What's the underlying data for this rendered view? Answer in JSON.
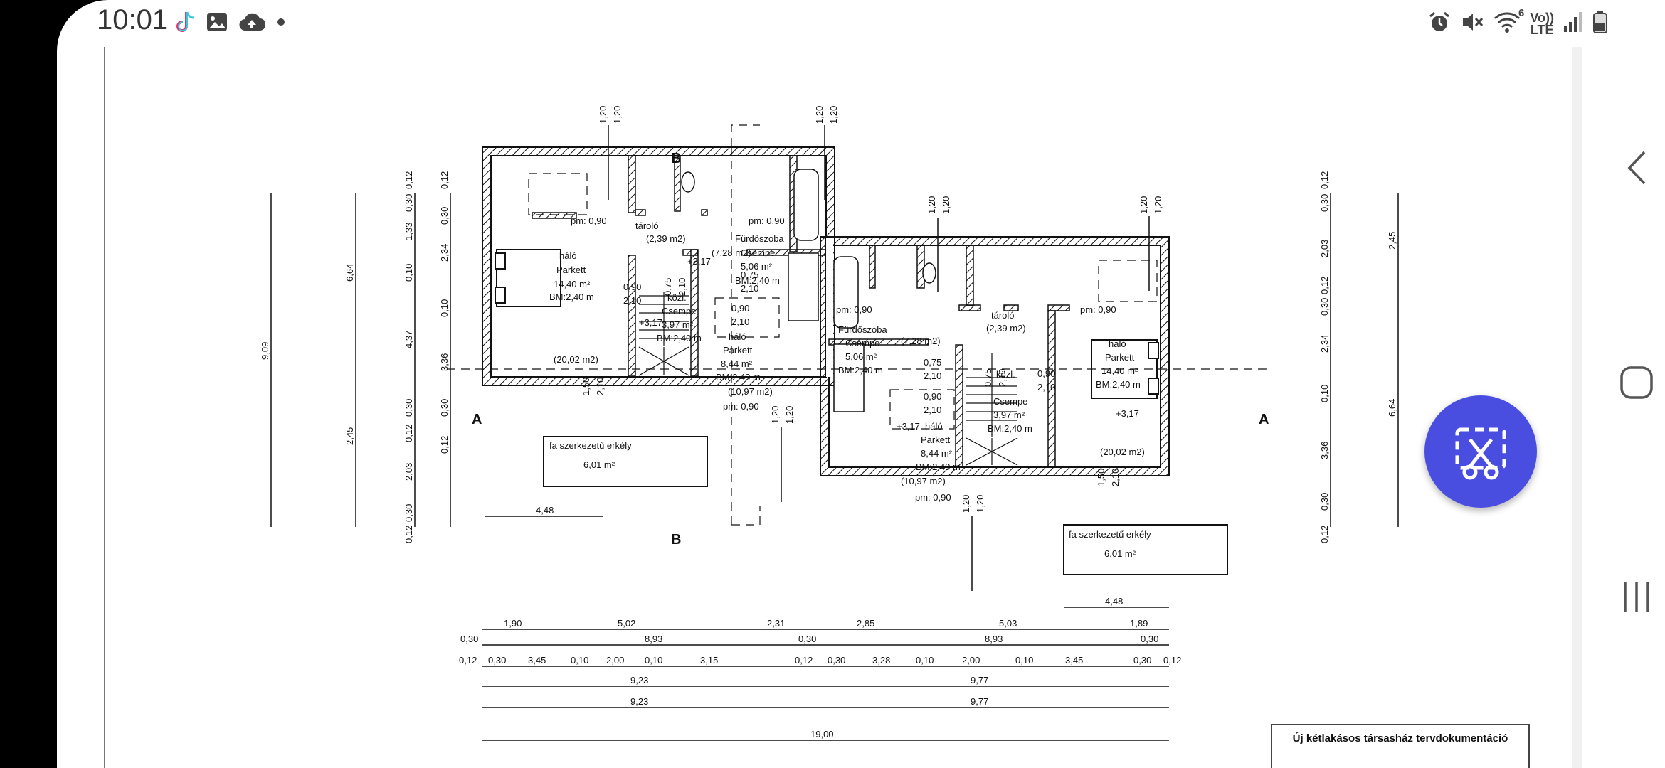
{
  "status_bar": {
    "time": "10:01",
    "left_icons": [
      "tiktok-icon",
      "gallery-icon",
      "cloud-upload-icon",
      "dot-icon"
    ],
    "right_icons": [
      "alarm-icon",
      "mute-icon",
      "wifi-icon",
      "volte-icon",
      "signal-icon",
      "battery-icon"
    ],
    "network_label_top": "Vo))",
    "network_label_bottom": "LTE",
    "wifi_badge": "6"
  },
  "document": {
    "title_block": "Új kétlakásos társasház tervdokumentáció"
  },
  "floor_plan": {
    "section_markers": [
      "A",
      "A",
      "B",
      "B"
    ],
    "units": [
      {
        "rooms": [
          {
            "name": "háló",
            "finish": "Parkett",
            "area": "14,40 m²",
            "height": "BM:2,40 m",
            "sill": "pm: 0,90"
          },
          {
            "name": "tároló",
            "area": "(2,39 m2)"
          },
          {
            "name": "Fürdőszoba",
            "finish": "Csempe",
            "area": "5,06 m²",
            "height": "BM:2,40 m",
            "sill": "pm: 0,90",
            "extra": "(7,28 m2)"
          },
          {
            "name": "közl.",
            "finish": "Csempe",
            "area": "3,97 m²",
            "height": "BM:2,40 m"
          },
          {
            "name": "háló",
            "finish": "Parkett",
            "area": "8,44 m²",
            "height": "BM:2,40 m",
            "sill": "pm: 0,90",
            "extra": "(10,97 m2)"
          }
        ],
        "room_extra": "(20,02 m2)",
        "levels": [
          "+3,17",
          "+3,17"
        ],
        "door_tags": [
          "0,90",
          "2,10",
          "0,75",
          "2,10",
          "0,75",
          "2,10",
          "0,90",
          "2,10",
          "1,50",
          "2,10"
        ],
        "balcony": {
          "name": "fa szerkezetű erkély",
          "area": "6,01 m²"
        }
      },
      {
        "rooms": [
          {
            "name": "Fürdőszoba",
            "finish": "Csempe",
            "area": "5,06 m²",
            "height": "BM:2,40 m",
            "sill": "pm: 0,90",
            "extra": "(7,28 m2)"
          },
          {
            "name": "tároló",
            "area": "(2,39 m2)"
          },
          {
            "name": "háló",
            "finish": "Parkett",
            "area": "14,40 m²",
            "height": "BM:2,40 m",
            "sill": "pm: 0,90"
          },
          {
            "name": "közl.",
            "finish": "Csempe",
            "area": "3,97 m²",
            "height": "BM:2,40 m"
          },
          {
            "name": "háló",
            "finish": "Parkett",
            "area": "8,44 m²",
            "height": "BM:2,40 m",
            "sill": "pm: 0,90",
            "extra": "(10,97 m2)"
          }
        ],
        "room_extra": "(20,02 m2)",
        "levels": [
          "+3,17",
          "+3,17"
        ],
        "door_tags": [
          "0,75",
          "2,10",
          "0,90",
          "2,10",
          "0,90",
          "2,10",
          "0,75",
          "2,10",
          "1,50",
          "2,10"
        ],
        "balcony": {
          "name": "fa szerkezetű erkély",
          "area": "6,01 m²"
        }
      }
    ],
    "window_tags": [
      "1,20",
      "1,20",
      "1,20",
      "1,20",
      "1,20",
      "1,20",
      "1,20",
      "1,20",
      "1,20",
      "1,20",
      "1,20",
      "1,20"
    ],
    "dims_bottom": {
      "row1": [
        "1,90",
        "5,02",
        "2,31",
        "2,85",
        "5,03",
        "1,89"
      ],
      "row2": [
        "0,30",
        "8,93",
        "0,30",
        "8,93",
        "0,30"
      ],
      "row3": [
        "0,12",
        "0,30",
        "3,45",
        "0,10",
        "2,00",
        "0,10",
        "3,15",
        "0,12",
        "0,30",
        "3,28",
        "0,10",
        "2,00",
        "0,10",
        "3,45",
        "0,30",
        "0,12"
      ],
      "row4": [
        "9,23",
        "9,77"
      ],
      "row5": [
        "9,23",
        "9,77"
      ],
      "total": "19,00"
    },
    "dims_left": {
      "outer": "9,09",
      "mid": [
        "6,64",
        "2,45"
      ],
      "fine_a": [
        "0,30",
        "1,33",
        "0,10",
        "4,37",
        "0,30",
        "0,12",
        "2,03",
        "0,30"
      ],
      "fine_a_top": "0,12",
      "fine_a_bottom": "0,12",
      "fine_b": [
        "0,12",
        "0,30",
        "2,34",
        "0,10",
        "3,36",
        "0,30",
        "0,12"
      ]
    },
    "dims_right": {
      "mid": [
        "2,45",
        "6,64"
      ],
      "fine": [
        "0,12",
        "0,30",
        "2,03",
        "0,12",
        "0,30",
        "2,34",
        "0,10",
        "3,36",
        "0,30",
        "0,12"
      ]
    },
    "balcony_dims": [
      "4,48",
      "4,48"
    ]
  },
  "fab": {
    "icon": "screenshot-scissors-icon"
  },
  "nav_bar": {
    "icons": [
      "back-icon",
      "home-icon",
      "recents-icon"
    ]
  },
  "colors": {
    "fab": "#4a4ee0",
    "plan_line": "#222222"
  }
}
